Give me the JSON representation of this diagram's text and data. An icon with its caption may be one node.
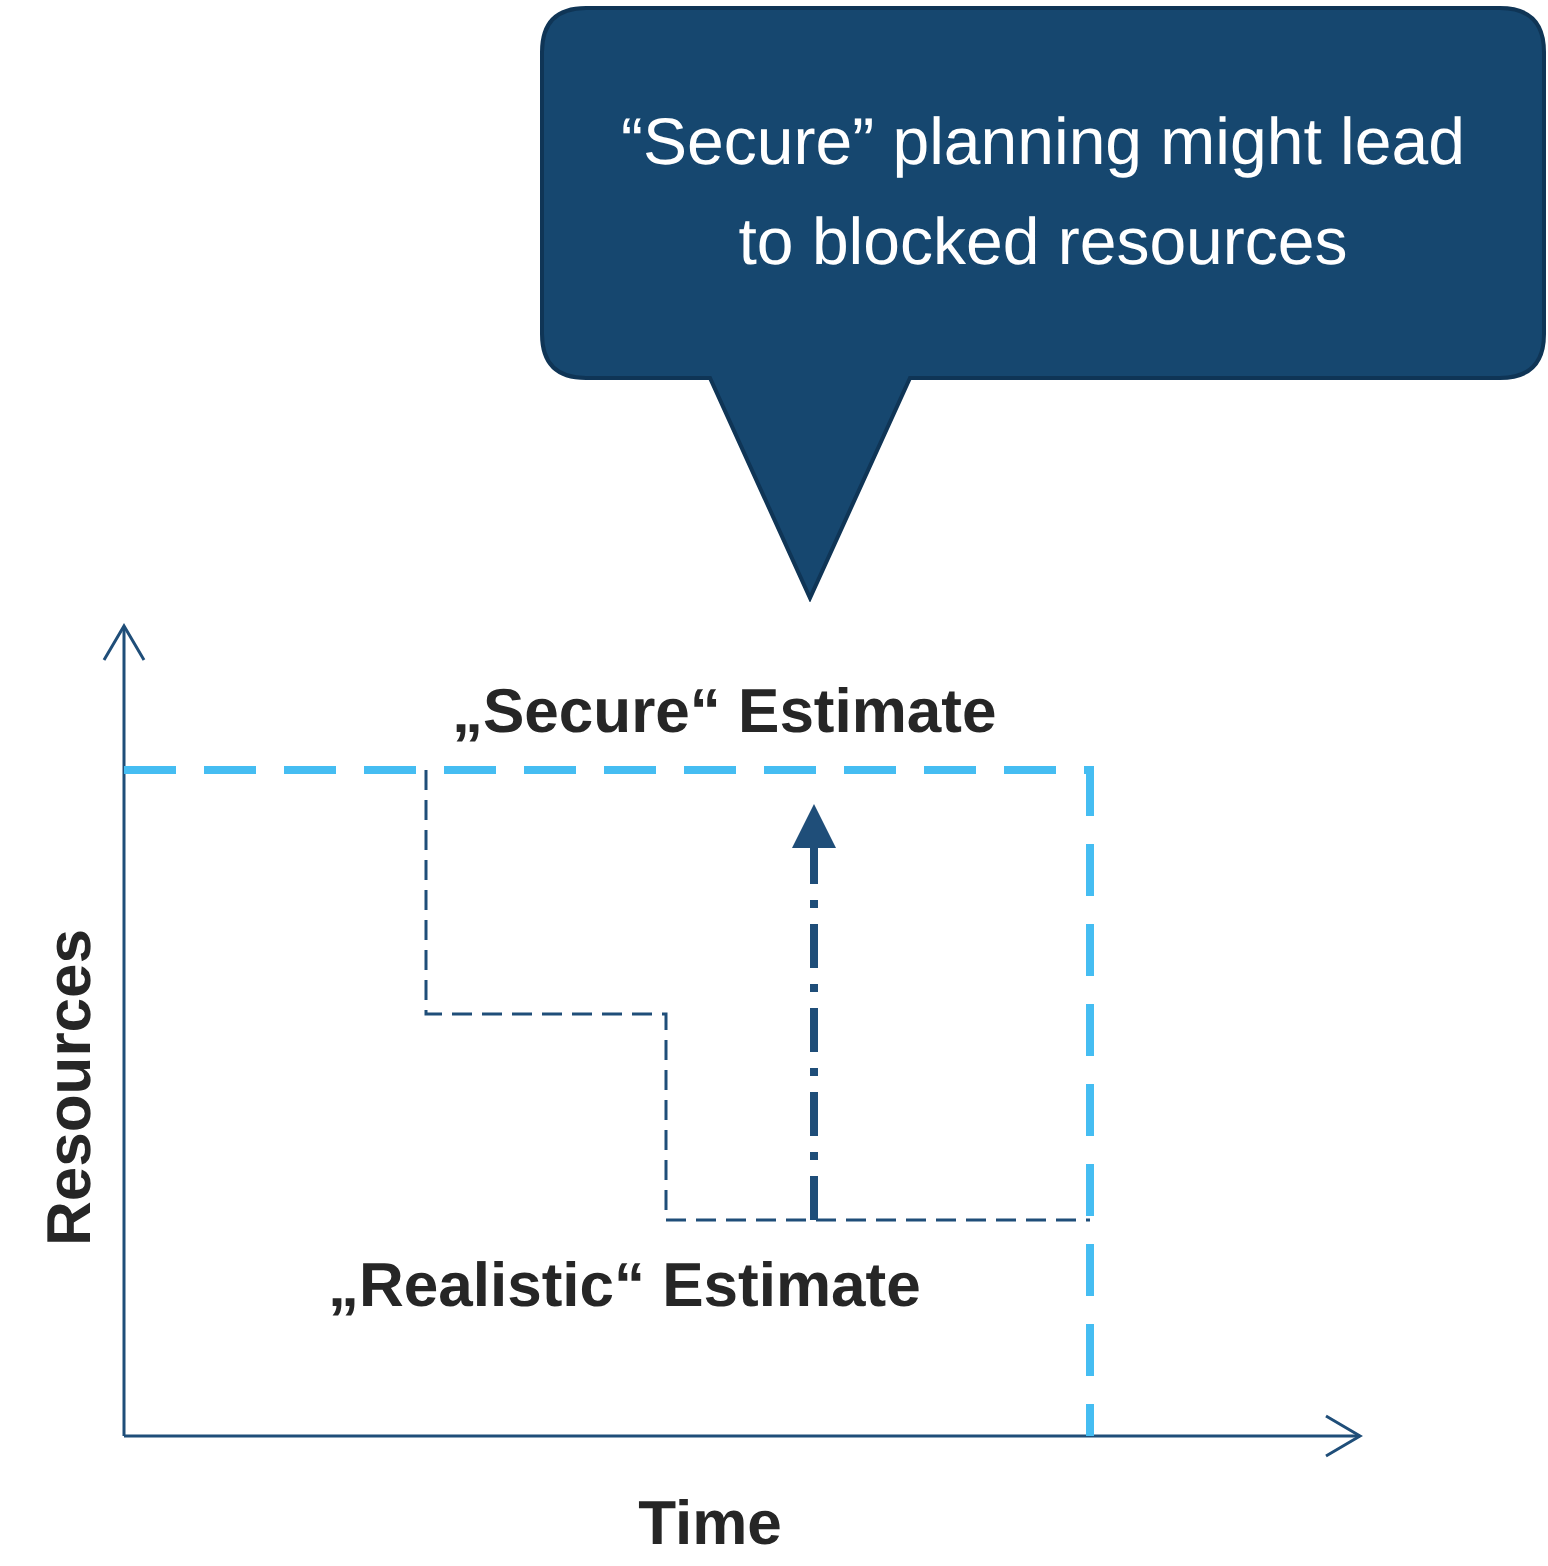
{
  "diagram": {
    "nodes": [
      {
        "text": [
          "“Secure” planning might lead to blocked resources"
        ]
      }
    ],
    "labels": [
      "„Secure“  Estimate",
      "„Realistic“ Estimate",
      "Resources",
      "Time"
    ]
  }
}
